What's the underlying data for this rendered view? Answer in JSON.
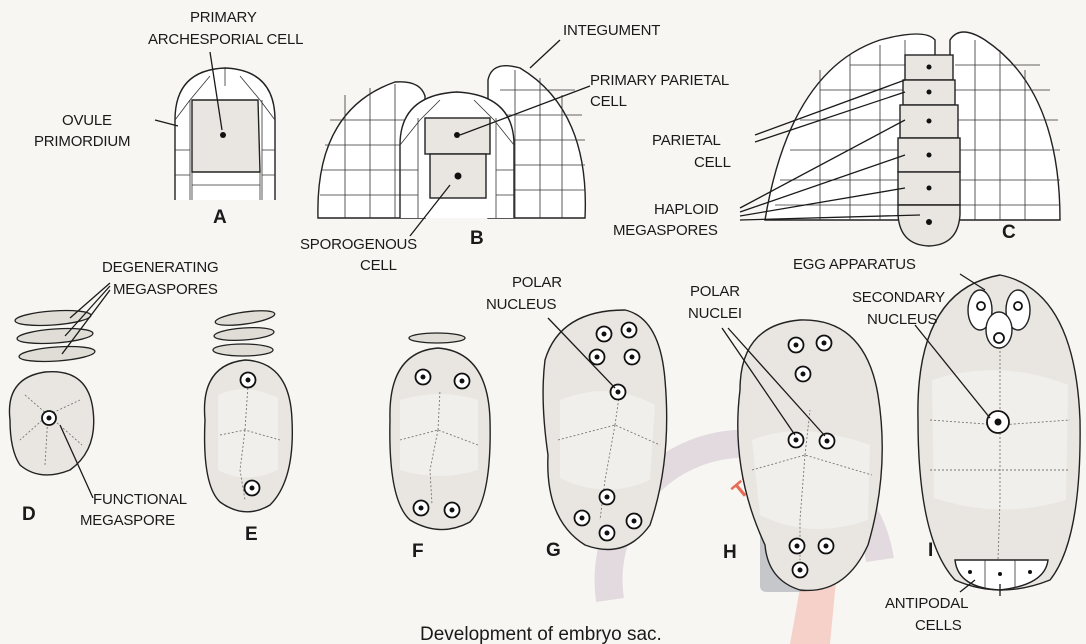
{
  "caption": "Development of embryo sac.",
  "panels": {
    "a": "A",
    "b": "B",
    "c": "C",
    "d": "D",
    "e": "E",
    "f": "F",
    "g": "G",
    "h": "H",
    "i": "I"
  },
  "labels": {
    "primary_archesporial_1": "PRIMARY",
    "primary_archesporial_2": "ARCHESPORIAL CELL",
    "ovule_primordium_1": "OVULE",
    "ovule_primordium_2": "PRIMORDIUM",
    "integument": "INTEGUMENT",
    "primary_parietal_1": "PRIMARY PARIETAL",
    "primary_parietal_2": "CELL",
    "parietal_1": "PARIETAL",
    "parietal_2": "CELL",
    "haploid_1": "HAPLOID",
    "haploid_2": "MEGASPORES",
    "sporogenous_1": "SPOROGENOUS",
    "sporogenous_2": "CELL",
    "degenerating_1": "DEGENERATING",
    "degenerating_2": "MEGASPORES",
    "functional_1": "FUNCTIONAL",
    "functional_2": "MEGASPORE",
    "polar_nucleus_1": "POLAR",
    "polar_nucleus_2": "NUCLEUS",
    "polar_nuclei_1": "POLAR",
    "polar_nuclei_2": "NUCLEI",
    "egg_apparatus": "EGG APPARATUS",
    "secondary_1": "SECONDARY",
    "secondary_2": "NUCLEUS",
    "antipodal_1": "ANTIPODAL",
    "antipodal_2": "CELLS"
  },
  "watermark": "TM",
  "colors": {
    "ink": "#1a1a1a",
    "paper": "#f8f6f3",
    "watermark_red": "#e2553a",
    "watermark_gray": "#8a8f9a"
  }
}
